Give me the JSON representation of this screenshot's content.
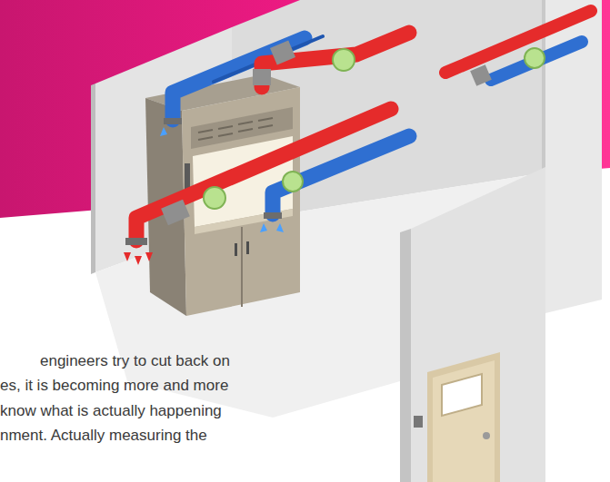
{
  "diagram": {
    "labels": [
      "engineers try to cut back on",
      "es, it is becoming more and more",
      "know what is actually happening",
      "nment. Actually measuring the"
    ]
  }
}
